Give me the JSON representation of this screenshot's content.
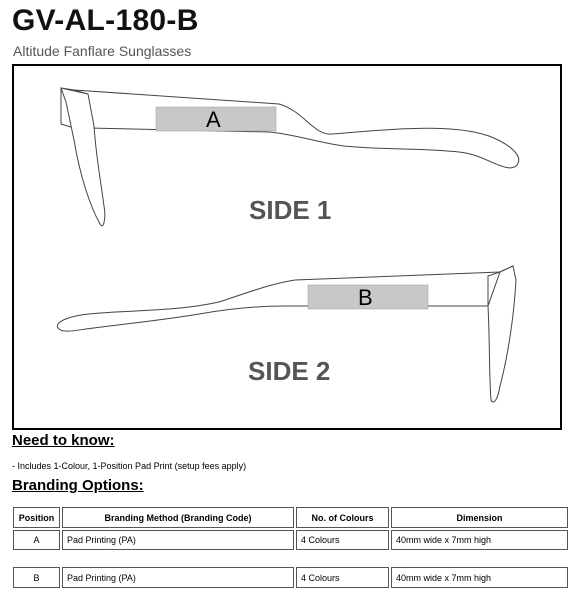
{
  "header": {
    "code": "GV-AL-180-B",
    "subtitle": "Altitude Fanflare Sunglasses"
  },
  "diagram": {
    "side1_label": "SIDE 1",
    "side2_label": "SIDE 2",
    "area_a_label": "A",
    "area_b_label": "B",
    "print_area_color": "#c8c8c8"
  },
  "need_to_know": {
    "title": "Need to know:",
    "note": "- Includes 1-Colour, 1-Position Pad Print (setup fees apply)"
  },
  "branding": {
    "title": "Branding Options:",
    "columns": [
      "Position",
      "Branding Method (Branding Code)",
      "No. of Colours",
      "Dimension"
    ],
    "rows": [
      [
        "A",
        "Pad Printing (PA)",
        "4 Colours",
        "40mm wide x 7mm high"
      ],
      [
        "B",
        "Pad Printing (PA)",
        "4 Colours",
        "40mm wide x 7mm high"
      ]
    ]
  }
}
